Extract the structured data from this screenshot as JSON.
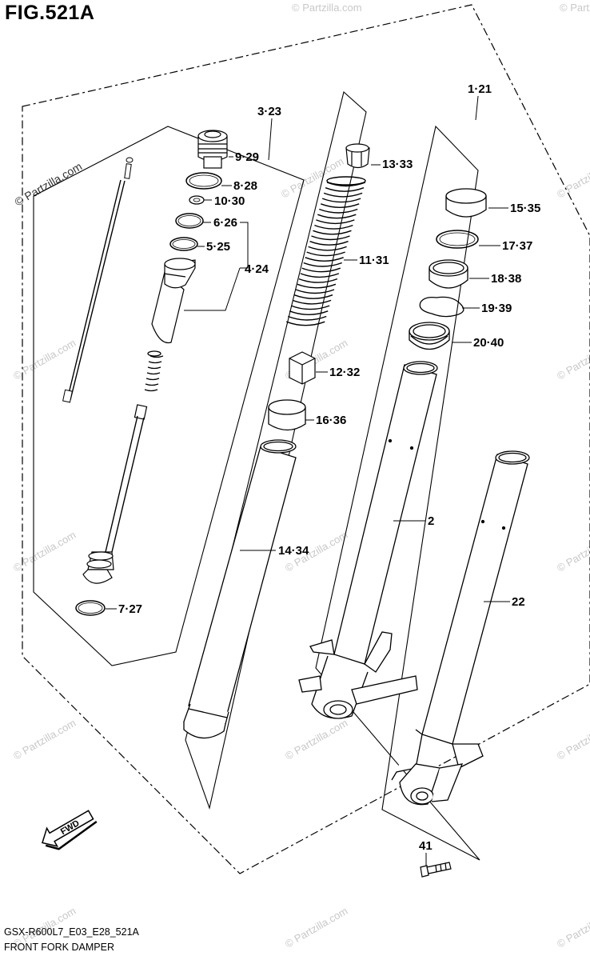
{
  "figure_title": "FIG.521A",
  "diagram_code": "GSX-R600L7_E03_E28_521A",
  "diagram_name": "FRONT FORK DAMPER",
  "watermark": "© Partzilla.com",
  "direction_label": "FWD",
  "callouts": {
    "c1_21": "1·21",
    "c2": "2",
    "c3_23": "3·23",
    "c4_24": "4·24",
    "c5_25": "5·25",
    "c6_26": "6·26",
    "c7_27": "7·27",
    "c8_28": "8·28",
    "c9_29": "9·29",
    "c10_30": "10·30",
    "c11_31": "11·31",
    "c12_32": "12·32",
    "c13_33": "13·33",
    "c14_34": "14·34",
    "c15_35": "15·35",
    "c16_36": "16·36",
    "c17_37": "17·37",
    "c18_38": "18·38",
    "c19_39": "19·39",
    "c20_40": "20·40",
    "c22": "22",
    "c41": "41"
  }
}
